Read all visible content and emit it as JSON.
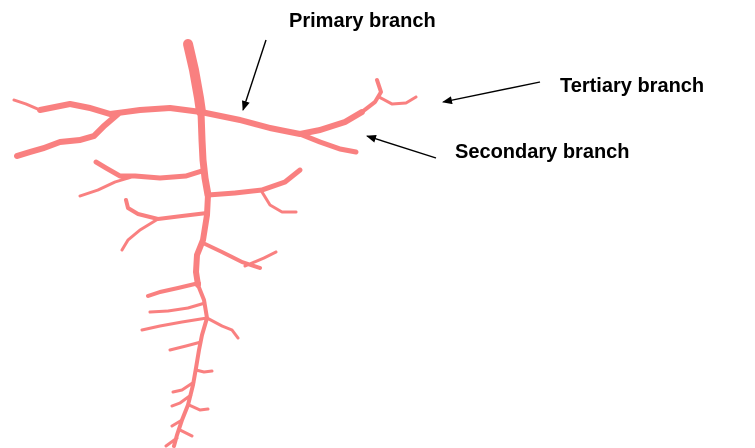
{
  "colors": {
    "root": "#f98080",
    "arrow": "#000000",
    "background": "#ffffff"
  },
  "labels": {
    "primary": "Primary branch",
    "tertiary": "Tertiary branch",
    "secondary": "Secondary branch"
  }
}
